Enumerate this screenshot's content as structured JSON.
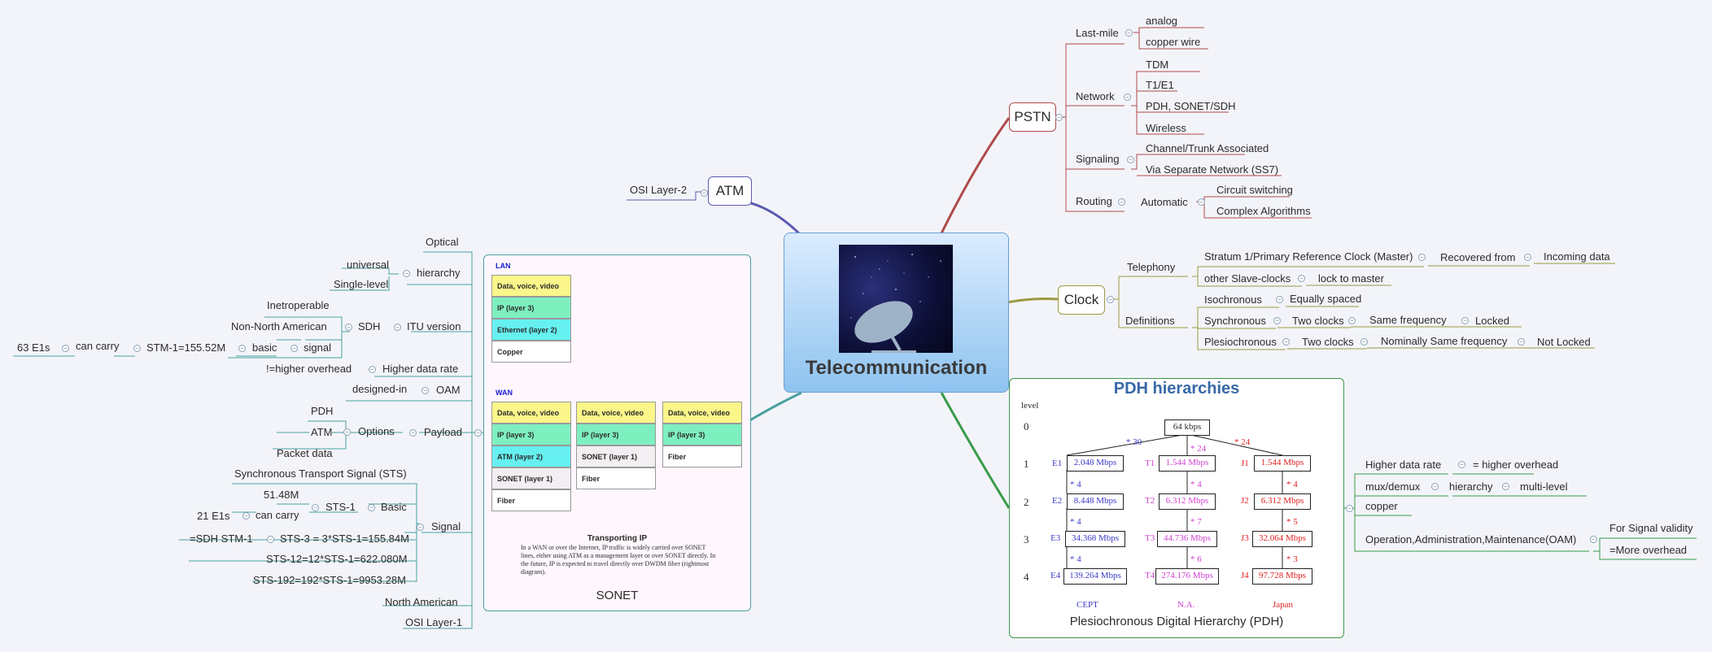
{
  "central": {
    "title": "Telecommunication",
    "image": "satellite-dish-night-sky"
  },
  "atm": {
    "label": "ATM",
    "child": "OSI Layer-2"
  },
  "pstn": {
    "label": "PSTN",
    "last_mile": {
      "label": "Last-mile",
      "items": [
        "analog",
        "copper wire"
      ]
    },
    "network": {
      "label": "Network",
      "items": [
        "TDM",
        "T1/E1",
        "PDH, SONET/SDH",
        "Wireless"
      ]
    },
    "signaling": {
      "label": "Signaling",
      "items": [
        "Channel/Trunk Associated",
        "Via Separate Network (SS7)"
      ]
    },
    "routing": {
      "label": "Routing",
      "automatic": "Automatic",
      "items": [
        "Circuit switching",
        "Complex Algorithms"
      ]
    }
  },
  "clock": {
    "label": "Clock",
    "telephony": "Telephony",
    "stratum": "Stratum 1/Primary Reference Clock (Master)",
    "recovered_from": "Recovered from",
    "incoming_data": "Incoming data",
    "other_slave": "other Slave-clocks",
    "lock_to_master": "lock to master",
    "definitions": "Definitions",
    "isochronous": "Isochronous",
    "equally_spaced": "Equally spaced",
    "synchronous": "Synchronous",
    "two_clocks_a": "Two clocks",
    "same_frequency": "Same frequency",
    "locked": "Locked",
    "plesiochronous": "Plesiochronous",
    "two_clocks_b": "Two clocks",
    "nominally_same": "Nominally Same frequency",
    "not_locked": "Not Locked"
  },
  "pdh": {
    "title": "PDH hierarchies",
    "caption": "Plesiochronous Digital Hierarchy (PDH)",
    "level_label": "level",
    "levels": [
      "0",
      "1",
      "2",
      "3",
      "4"
    ],
    "root": "64 kbps",
    "root_multipliers": [
      "* 30",
      "* 24",
      "* 24"
    ],
    "columns": [
      {
        "name": "CEPT",
        "color": "#3b3bc8",
        "labels": [
          "E1",
          "E2",
          "E3",
          "E4"
        ],
        "rates": [
          "2.048 Mbps",
          "8.448 Mbps",
          "34.368 Mbps",
          "139.264 Mbps"
        ],
        "multipliers": [
          "* 4",
          "* 4",
          "* 4"
        ]
      },
      {
        "name": "N.A.",
        "color": "#d040d0",
        "labels": [
          "T1",
          "T2",
          "T3",
          "T4"
        ],
        "rates": [
          "1.544 Mbps",
          "6.312 Mbps",
          "44.736 Mbps",
          "274.176 Mbps"
        ],
        "multipliers": [
          "* 4",
          "* 7",
          "* 6"
        ]
      },
      {
        "name": "Japan",
        "color": "#e02020",
        "labels": [
          "J1",
          "J2",
          "J3",
          "J4"
        ],
        "rates": [
          "1.544 Mbps",
          "6.312 Mbps",
          "32.064 Mbps",
          "97.728 Mbps"
        ],
        "multipliers": [
          "* 4",
          "* 5",
          "* 3"
        ]
      }
    ],
    "notes": {
      "higher_rate": "Higher data rate",
      "higher_overhead": "= higher overhead",
      "muxdemux": "mux/demux",
      "hierarchy": "hierarchy",
      "multilevel": "multi-level",
      "copper": "copper",
      "oam": "Operation,Administration,Maintenance(OAM)",
      "signal_validity": "For Signal validity",
      "more_overhead": "=More overhead"
    }
  },
  "sonet": {
    "caption": "SONET",
    "lan_label": "LAN",
    "wan_label": "WAN",
    "lan_stack": [
      "Data, voice, video",
      "IP (layer 3)",
      "Ethernet (layer 2)",
      "Copper"
    ],
    "wan_stacks": [
      [
        "Data, voice, video",
        "IP (layer 3)",
        "ATM (layer 2)",
        "SONET (layer 1)",
        "Fiber"
      ],
      [
        "Data, voice, video",
        "IP (layer 3)",
        "SONET (layer 1)",
        "Fiber"
      ],
      [
        "Data, voice, video",
        "IP (layer 3)",
        "Fiber"
      ]
    ],
    "transport_title": "Transporting IP",
    "transport_text": "In a WAN or over the Internet, IP traffic is widely carried over SONET lines, either using ATM as a management layer or over SONET directly. In the future, IP is expected to travel directly over DWDM fiber (rightmost diagram).",
    "left": {
      "optical": "Optical",
      "hierarchy": "hierarchy",
      "universal": "universal",
      "single_level": "Single-level",
      "itu_version": "ITU version",
      "sdh": "SDH",
      "inetroperable": "Inetroperable",
      "non_na": "Non-North American",
      "signal": "signal",
      "basic": "basic",
      "stm1": "STM-1=155.52M",
      "can_carry": "can carry",
      "e1s_63": "63 E1s",
      "higher_rate": "Higher data rate",
      "higher_overhead": "!=higher overhead",
      "oam": "OAM",
      "designed_in": "designed-in",
      "payload": "Payload",
      "options": "Options",
      "pdh": "PDH",
      "atm": "ATM",
      "packet_data": "Packet data",
      "signal2": "Signal",
      "sts": "Synchronous Transport Signal (STS)",
      "basic2": "Basic",
      "sts1": "STS-1",
      "sts1_rate": "51.48M",
      "can_carry2": "can carry",
      "e1s_21": "21 E1s",
      "sts3": "STS-3 = 3*STS-1=155.84M",
      "sdh_stm1": "=SDH STM-1",
      "sts12": "STS-12=12*STS-1=622.080M",
      "sts192": "STS-192=192*STS-1=9953.28M",
      "north_american": "North American",
      "osi_l1": "OSI Layer-1"
    }
  }
}
